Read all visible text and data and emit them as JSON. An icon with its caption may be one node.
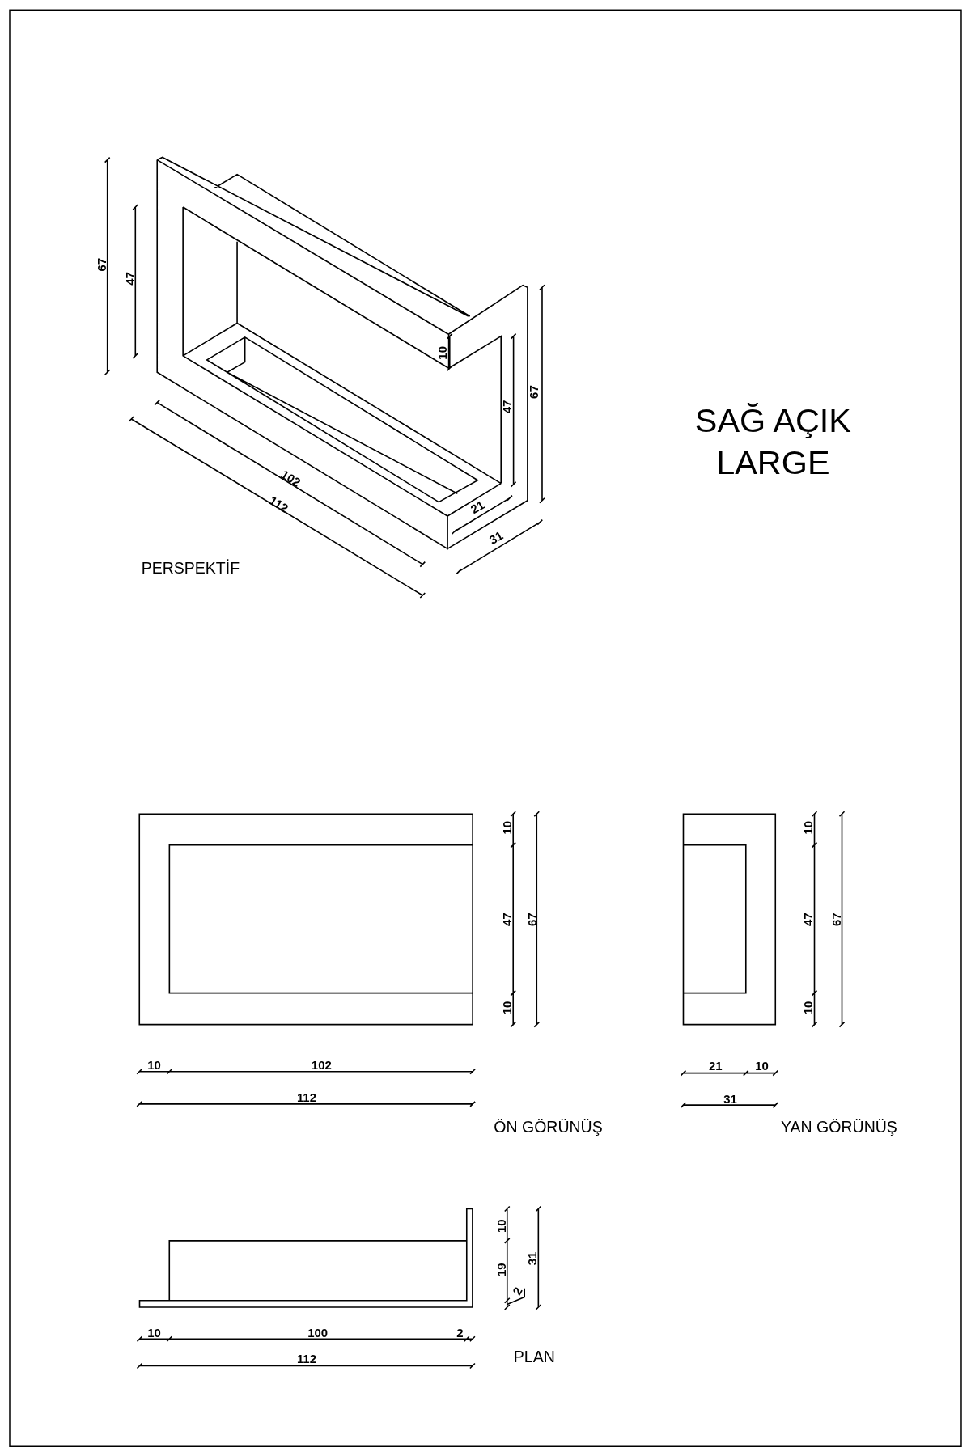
{
  "diagram": {
    "title": "SAĞ AÇIK LARGE",
    "labels": [
      "67",
      "47",
      "10",
      "47",
      "67",
      "102",
      "112",
      "21",
      "31",
      "PERSPEKTİF",
      "10",
      "47",
      "10",
      "67",
      "10",
      "102",
      "112",
      "ÖN GÖRÜNÜŞ",
      "10",
      "47",
      "10",
      "67",
      "21",
      "10",
      "31",
      "YAN GÖRÜNÜŞ",
      "10",
      "19",
      "2",
      "31",
      "10",
      "100",
      "2",
      "112",
      "PLAN"
    ]
  }
}
